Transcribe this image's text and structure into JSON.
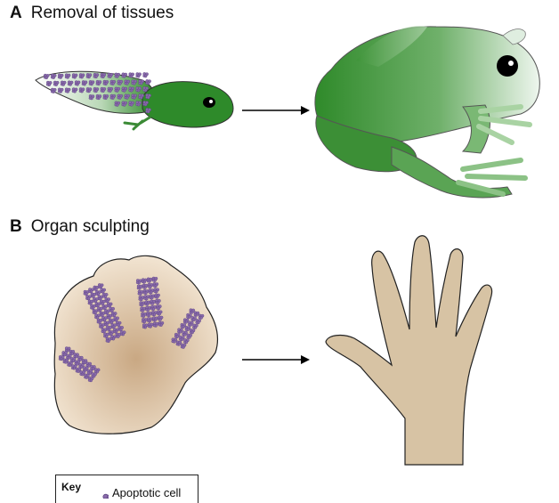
{
  "panels": {
    "a": {
      "letter": "A",
      "title": "Removal of tissues"
    },
    "b": {
      "letter": "B",
      "title": "Organ sculpting"
    }
  },
  "key": {
    "title": "Key",
    "item_label": "Apoptotic cell"
  },
  "colors": {
    "apoptotic_cell": "#8a6bab",
    "frog_green_dark": "#2f8a2a",
    "frog_green_light": "#dfeee0",
    "tadpole_green": "#2e8a2a",
    "skin_tan": "#d7c3a4",
    "outline": "#333333"
  }
}
